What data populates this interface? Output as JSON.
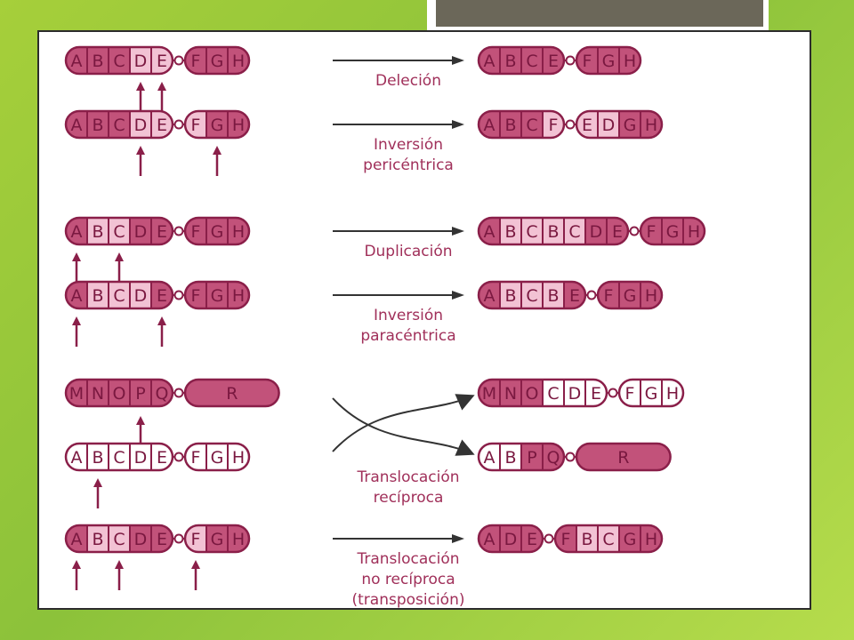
{
  "colors": {
    "dark": "#c2527a",
    "light": "#f2c2d4",
    "white": "#ffffff",
    "stroke": "#8a1f49",
    "text": "#a0305a"
  },
  "rows": [
    {
      "id": "delecion",
      "label": [
        "Deleción"
      ],
      "left": [
        "A",
        "B",
        "C",
        "D",
        "E",
        "|",
        "F",
        "G",
        "H"
      ],
      "left_shade": [
        "d",
        "d",
        "d",
        "l",
        "l",
        "",
        "d",
        "d",
        "d"
      ],
      "arrows": [
        3,
        4
      ],
      "right": [
        "A",
        "B",
        "C",
        "E",
        "|",
        "F",
        "G",
        "H"
      ],
      "right_shade": [
        "d",
        "d",
        "d",
        "d",
        "",
        "d",
        "d",
        "d"
      ]
    },
    {
      "id": "inversion-pericentrica",
      "label": [
        "Inversión",
        "pericéntrica"
      ],
      "left": [
        "A",
        "B",
        "C",
        "D",
        "E",
        "|",
        "F",
        "G",
        "H"
      ],
      "left_shade": [
        "d",
        "d",
        "d",
        "l",
        "l",
        "",
        "l",
        "d",
        "d"
      ],
      "arrows": [
        3,
        6
      ],
      "right": [
        "A",
        "B",
        "C",
        "F",
        "|",
        "E",
        "D",
        "G",
        "H"
      ],
      "right_shade": [
        "d",
        "d",
        "d",
        "l",
        "",
        "l",
        "l",
        "d",
        "d"
      ]
    },
    {
      "id": "duplicacion",
      "label": [
        "Duplicación"
      ],
      "left": [
        "A",
        "B",
        "C",
        "D",
        "E",
        "|",
        "F",
        "G",
        "H"
      ],
      "left_shade": [
        "d",
        "l",
        "l",
        "d",
        "d",
        "",
        "d",
        "d",
        "d"
      ],
      "arrows": [
        0,
        2
      ],
      "right": [
        "A",
        "B",
        "C",
        "B",
        "C",
        "D",
        "E",
        "|",
        "F",
        "G",
        "H"
      ],
      "right_shade": [
        "d",
        "l",
        "l",
        "l",
        "l",
        "d",
        "d",
        "",
        "d",
        "d",
        "d"
      ]
    },
    {
      "id": "inversion-paracentrica",
      "label": [
        "Inversión",
        "paracéntrica"
      ],
      "left": [
        "A",
        "B",
        "C",
        "D",
        "E",
        "|",
        "F",
        "G",
        "H"
      ],
      "left_shade": [
        "d",
        "l",
        "l",
        "l",
        "d",
        "",
        "d",
        "d",
        "d"
      ],
      "arrows": [
        0,
        4
      ],
      "right": [
        "A",
        "B",
        "C",
        "B",
        "E",
        "|",
        "F",
        "G",
        "H"
      ],
      "right_shade": [
        "d",
        "l",
        "l",
        "l",
        "d",
        "",
        "d",
        "d",
        "d"
      ]
    },
    {
      "id": "translocacion-mnopq",
      "label": [],
      "left": [
        "M",
        "N",
        "O",
        "P",
        "Q",
        "|",
        "R"
      ],
      "left_shade": [
        "d",
        "d",
        "d",
        "d",
        "d",
        "",
        "d"
      ],
      "arrows": [
        3
      ],
      "right": [
        "M",
        "N",
        "O",
        "C",
        "D",
        "E",
        "|",
        "F",
        "G",
        "H"
      ],
      "right_shade": [
        "d",
        "d",
        "d",
        "w",
        "w",
        "w",
        "",
        "w",
        "w",
        "w"
      ]
    },
    {
      "id": "translocacion-reciproca",
      "label": [
        "Translocación",
        "recíproca"
      ],
      "left": [
        "A",
        "B",
        "C",
        "D",
        "E",
        "|",
        "F",
        "G",
        "H"
      ],
      "left_shade": [
        "w",
        "w",
        "w",
        "w",
        "w",
        "",
        "w",
        "w",
        "w"
      ],
      "arrows": [
        1
      ],
      "right": [
        "A",
        "B",
        "P",
        "Q",
        "|",
        "R"
      ],
      "right_shade": [
        "w",
        "w",
        "d",
        "d",
        "",
        "d"
      ]
    },
    {
      "id": "translocacion-no-reciproca",
      "label": [
        "Translocación",
        "no recíproca",
        "(transposición)"
      ],
      "left": [
        "A",
        "B",
        "C",
        "D",
        "E",
        "|",
        "F",
        "G",
        "H"
      ],
      "left_shade": [
        "d",
        "l",
        "l",
        "d",
        "d",
        "",
        "l",
        "d",
        "d"
      ],
      "arrows": [
        0,
        2,
        5
      ],
      "right": [
        "A",
        "D",
        "E",
        "|",
        "F",
        "B",
        "C",
        "G",
        "H"
      ],
      "right_shade": [
        "d",
        "d",
        "d",
        "",
        "d",
        "l",
        "l",
        "d",
        "d"
      ]
    }
  ]
}
